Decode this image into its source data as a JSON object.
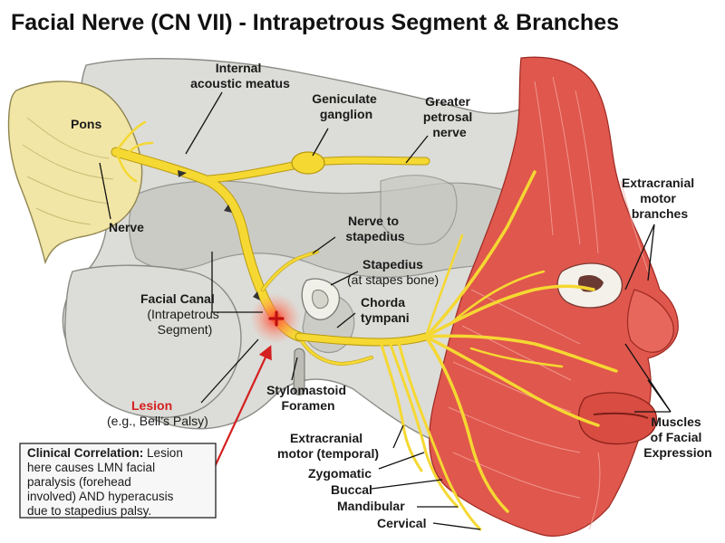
{
  "title": "Facial Nerve (CN VII) - Intrapetrous Segment & Branches",
  "labels": {
    "pons": "Pons",
    "nerve": "Nerve",
    "internal_acoustic_meatus": [
      "Internal",
      "acoustic meatus"
    ],
    "geniculate_ganglion": [
      "Geniculate",
      "ganglion"
    ],
    "greater_petrosal_nerve": [
      "Greater",
      "petrosal",
      "nerve"
    ],
    "extracranial_motor_branches": [
      "Extracranial",
      "motor",
      "branches"
    ],
    "nerve_to_stapedius": [
      "Nerve to",
      "stapedius"
    ],
    "stapedius": "Stapedius",
    "stapedius_note": "(at stapes bone)",
    "facial_canal": "Facial Canal",
    "facial_canal_sub": [
      "(Intrapetrous",
      "Segment)"
    ],
    "chorda_tympani": [
      "Chorda",
      "tympani"
    ],
    "lesion": "Lesion",
    "lesion_example": "(e.g., Bell’s Palsy)",
    "stylomastoid_foramen": [
      "Stylomastoid",
      "Foramen"
    ],
    "extracranial_motor_temporal_1": "Extracranial",
    "extracranial_motor_temporal_2": "motor (temporal)",
    "zygomatic": "Zygomatic",
    "buccal": "Buccal",
    "mandibular": "Mandibular",
    "cervical": "Cervical",
    "muscles_of_facial_expression": [
      "Muscles",
      "of Facial",
      "Expression"
    ]
  },
  "clinical_box": {
    "heading": "Clinical Correlation:",
    "lines": [
      "Lesion",
      "here causes LMN facial",
      "paralysis (forehead",
      "involved) AND hyperacusis",
      "due to stapedius palsy."
    ]
  },
  "colors": {
    "nerve": "#f5d832",
    "muscle": "#e0574d",
    "bone": "#dcdcd8",
    "pons": "#f2e6a6",
    "lesion": "#e02020",
    "arrow": "#d42020"
  }
}
